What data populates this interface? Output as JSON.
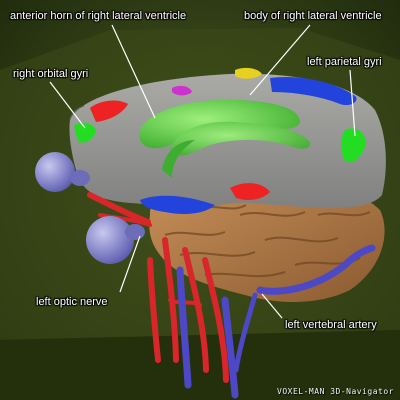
{
  "labels": {
    "anterior_horn": "anterior horn of right lateral ventricle",
    "body_ventricle": "body of right lateral ventricle",
    "right_orbital_gyri": "right orbital gyri",
    "left_parietal_gyri": "left parietal gyri",
    "left_optic_nerve": "left optic nerve",
    "left_vertebral_artery": "left vertebral artery"
  },
  "watermark": "VOXEL-MAN 3D-Navigator",
  "colors": {
    "background": "#2d3a14",
    "ventricle": "#5fd64a",
    "cortex_section": "#9a9a96",
    "brain_surface": "#b9824e",
    "arteries": "#d8262a",
    "veins": "#4d48c6",
    "eyeballs": "#8f8fd6",
    "left_parietal_region": "#2244dd",
    "orbital_region": "#ee2222",
    "gyri_highlight": "#22dd22"
  }
}
